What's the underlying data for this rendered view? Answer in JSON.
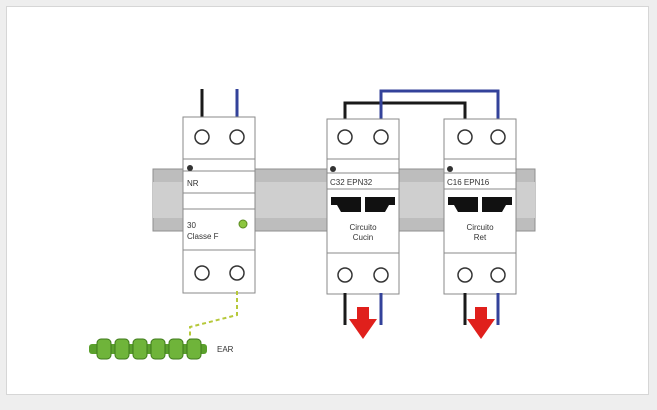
{
  "colors": {
    "rail": "#bdbdbd",
    "rail_dark": "#8f8f8f",
    "module_fill": "#ffffff",
    "module_stroke": "#8a8a8a",
    "phase_wire": "#1a1a1a",
    "neutral_wire": "#33429a",
    "earth_wire": "#b6c83a",
    "terminal_bar": "#5aa02c",
    "arrow": "#e0201c",
    "indicator": "#8cc63f",
    "lever": "#111111"
  },
  "modules": {
    "rcd": {
      "top_label": "NR",
      "line1": "30",
      "line2": "Classe F"
    },
    "breaker1": {
      "rating": "C32  EPN32",
      "line1": "Circuito",
      "line2": "Cucin"
    },
    "breaker2": {
      "rating": "C16  EPN16",
      "line1": "Circuito",
      "line2": "Ret"
    }
  },
  "earth_label": "EAR"
}
